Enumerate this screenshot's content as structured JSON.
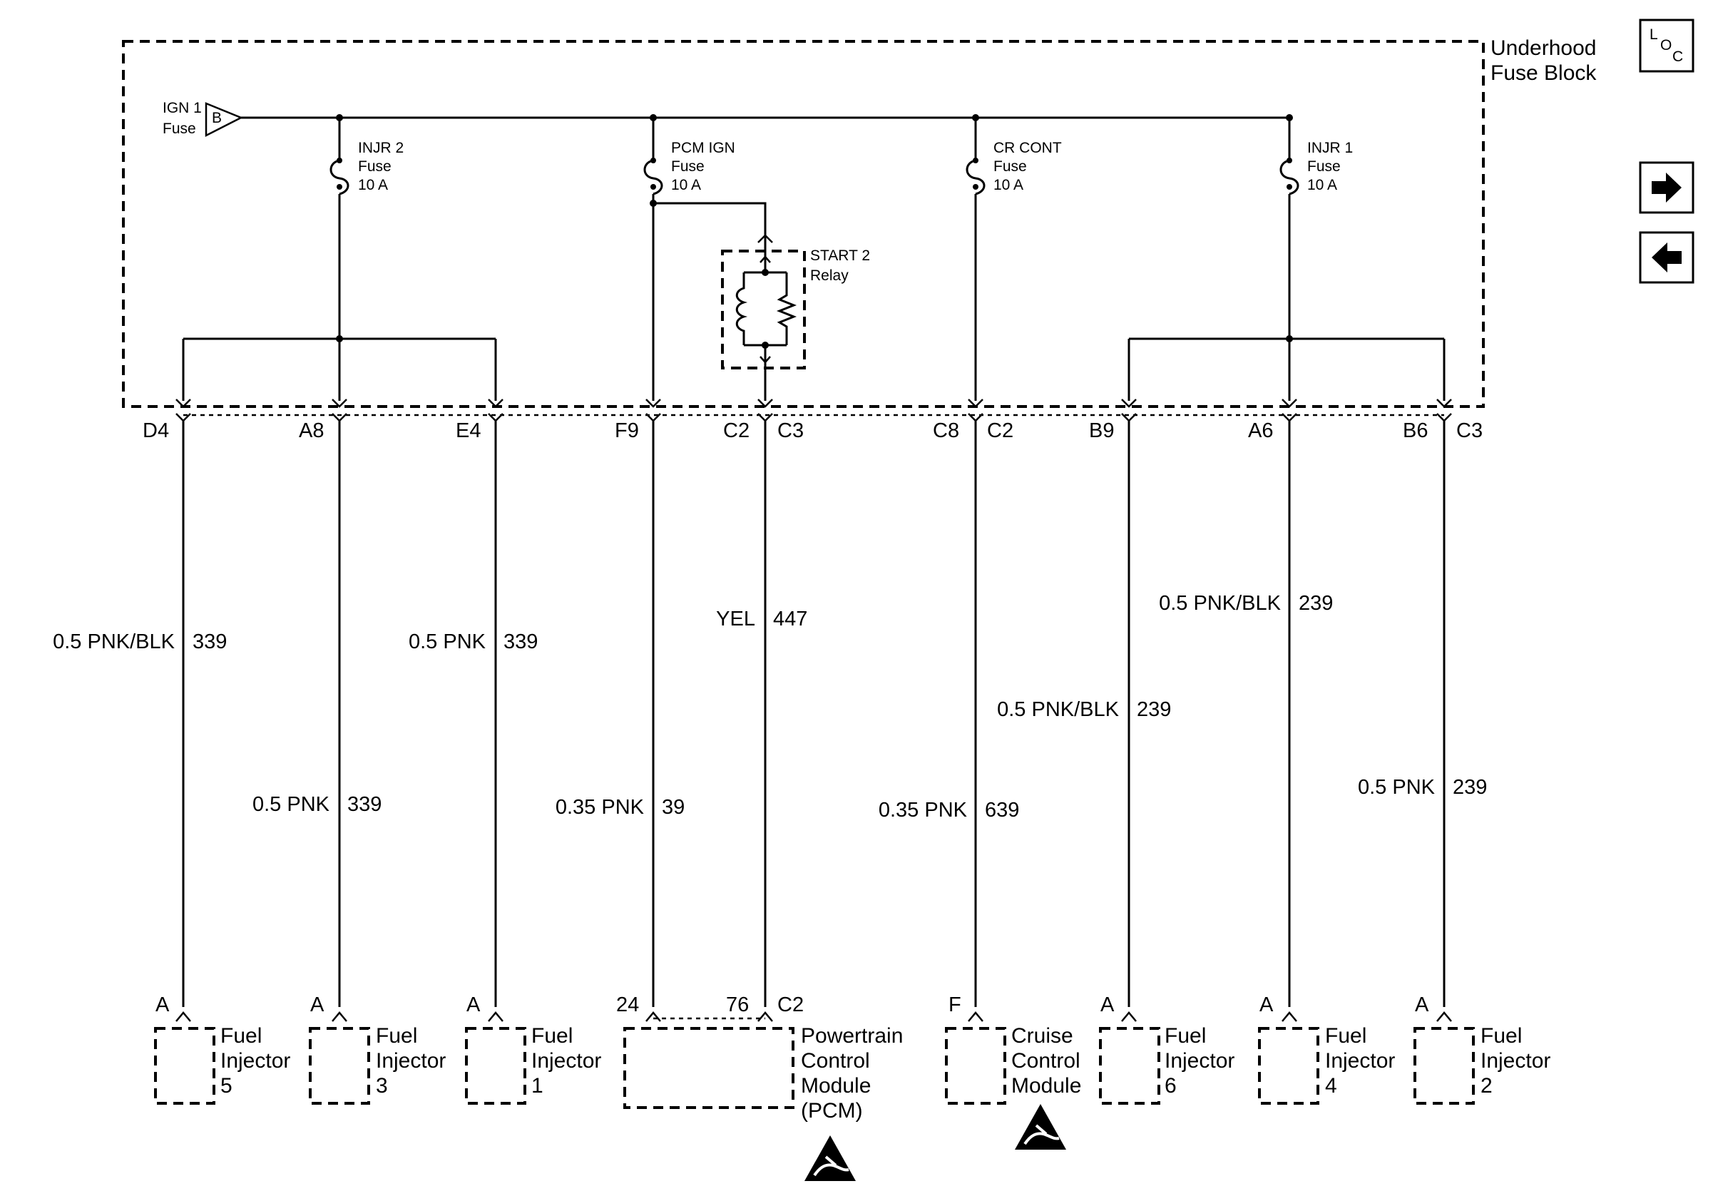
{
  "fuse_block": {
    "title_line1": "Underhood",
    "title_line2": "Fuse Block",
    "ign_fuse_line1": "IGN 1",
    "ign_fuse_line2": "Fuse",
    "ign_connector": "B"
  },
  "fuses": [
    {
      "name": "INJR 2",
      "label2": "Fuse",
      "rating": "10 A"
    },
    {
      "name": "PCM IGN",
      "label2": "Fuse",
      "rating": "10 A"
    },
    {
      "name": "CR CONT",
      "label2": "Fuse",
      "rating": "10 A"
    },
    {
      "name": "INJR 1",
      "label2": "Fuse",
      "rating": "10 A"
    }
  ],
  "relay": {
    "line1": "START 2",
    "line2": "Relay"
  },
  "connector_labels": {
    "d4": "D4",
    "a8": "A8",
    "e4": "E4",
    "f9": "F9",
    "c2_relay": "C2",
    "c3_relay": "C3",
    "c8": "C8",
    "c2_cruise": "C2",
    "b9": "B9",
    "a6": "A6",
    "b6": "B6",
    "c3_right": "C3"
  },
  "wires": [
    {
      "spec": "0.5 PNK/BLK",
      "circuit": "339"
    },
    {
      "spec": "0.5 PNK",
      "circuit": "339"
    },
    {
      "spec": "0.5 PNK",
      "circuit": "339"
    },
    {
      "spec": "0.35 PNK",
      "circuit": "39"
    },
    {
      "spec": "YEL",
      "circuit": "447"
    },
    {
      "spec": "0.35 PNK",
      "circuit": "639"
    },
    {
      "spec": "0.5 PNK/BLK",
      "circuit": "239"
    },
    {
      "spec": "0.5 PNK/BLK",
      "circuit": "239"
    },
    {
      "spec": "0.5 PNK",
      "circuit": "239"
    }
  ],
  "components": {
    "inj5": {
      "pin": "A",
      "line1": "Fuel",
      "line2": "Injector",
      "line3": "5"
    },
    "inj3": {
      "pin": "A",
      "line1": "Fuel",
      "line2": "Injector",
      "line3": "3"
    },
    "inj1": {
      "pin": "A",
      "line1": "Fuel",
      "line2": "Injector",
      "line3": "1"
    },
    "pcm": {
      "pin1": "24",
      "pin2": "76",
      "connector": "C2",
      "line1": "Powertrain",
      "line2": "Control",
      "line3": "Module",
      "line4": "(PCM)"
    },
    "cruise": {
      "pin": "F",
      "line1": "Cruise",
      "line2": "Control",
      "line3": "Module"
    },
    "inj6": {
      "pin": "A",
      "line1": "Fuel",
      "line2": "Injector",
      "line3": "6"
    },
    "inj4": {
      "pin": "A",
      "line1": "Fuel",
      "line2": "Injector",
      "line3": "4"
    },
    "inj2": {
      "pin": "A",
      "line1": "Fuel",
      "line2": "Injector",
      "line3": "2"
    }
  },
  "nav": {
    "loc_l": "L",
    "loc_o": "O",
    "loc_c": "C",
    "next_icon": "arrow-right-icon",
    "prev_icon": "arrow-left-icon"
  }
}
